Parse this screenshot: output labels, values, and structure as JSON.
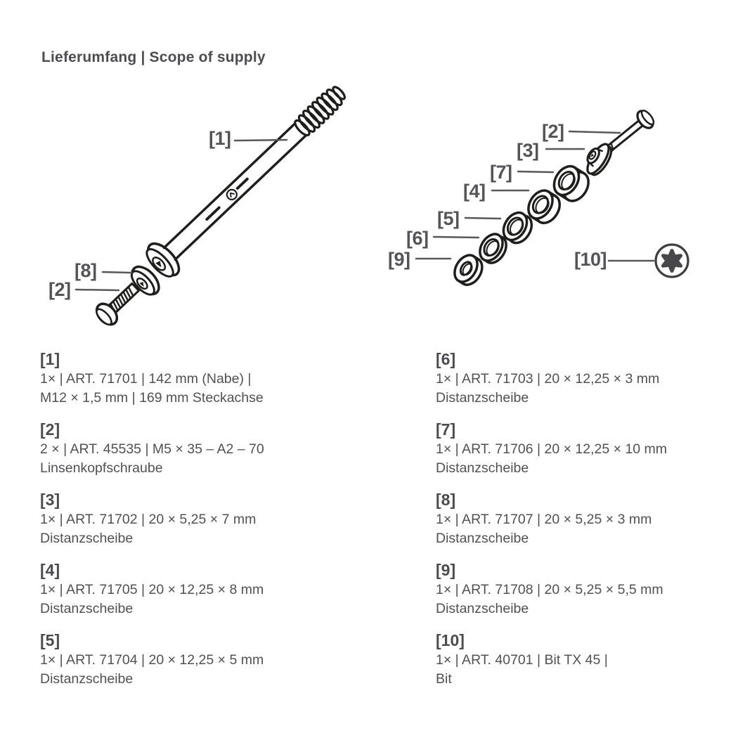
{
  "title": "Lieferumfang | Scope of supply",
  "diagram": {
    "left_labels": {
      "axle": "[1]",
      "washer": "[8]",
      "screw": "[2]"
    },
    "right_labels": {
      "screw": "[2]",
      "washer": "[3]",
      "spacer10": "[7]",
      "spacer8": "[4]",
      "spacer5": "[5]",
      "spacer3": "[6]",
      "spacer55": "[9]",
      "bit": "[10]"
    },
    "icons": {
      "bit": "torx-star-icon"
    }
  },
  "parts_left": [
    {
      "ref": "[1]",
      "line1": "1× | ART. 71701 | 142 mm (Nabe) |",
      "line2": "M12 × 1,5 mm | 169 mm Steckachse"
    },
    {
      "ref": "[2]",
      "line1": "2 × | ART. 45535 | M5 × 35 – A2 – 70",
      "line2": "Linsenkopfschraube"
    },
    {
      "ref": "[3]",
      "line1": "1× | ART. 71702 | 20 × 5,25 × 7 mm",
      "line2": "Distanzscheibe"
    },
    {
      "ref": "[4]",
      "line1": "1× | ART. 71705 | 20 × 12,25 × 8 mm",
      "line2": "Distanzscheibe"
    },
    {
      "ref": "[5]",
      "line1": "1× | ART. 71704 | 20 × 12,25 × 5 mm",
      "line2": "Distanzscheibe"
    }
  ],
  "parts_right": [
    {
      "ref": "[6]",
      "line1": "1× | ART. 71703 | 20 × 12,25 × 3 mm",
      "line2": "Distanzscheibe"
    },
    {
      "ref": "[7]",
      "line1": "1× | ART. 71706 | 20 × 12,25 × 10 mm",
      "line2": "Distanzscheibe"
    },
    {
      "ref": "[8]",
      "line1": "1× | ART. 71707 | 20 × 5,25 × 3 mm",
      "line2": "Distanzscheibe"
    },
    {
      "ref": "[9]",
      "line1": "1× | ART. 71708 | 20 × 5,25 × 5,5 mm",
      "line2": "Distanzscheibe"
    },
    {
      "ref": "[10]",
      "line1": "1× | ART. 40701 | Bit TX 45 |",
      "line2": "Bit"
    }
  ],
  "colors": {
    "background": "#ffffff",
    "text": "#515154",
    "label": "#555558",
    "line_art": "#1e1e1c",
    "leader_line": "#58585a"
  }
}
